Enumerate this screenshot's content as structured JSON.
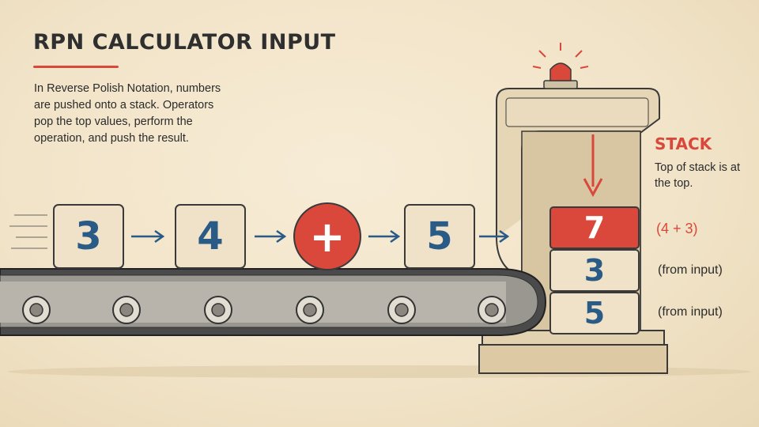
{
  "title": "RPN CALCULATOR INPUT",
  "description": "In Reverse Polish Notation, numbers are pushed onto a stack. Operators pop the top values, perform the operation, and push the result.",
  "input_tokens": [
    {
      "label": "3",
      "kind": "number"
    },
    {
      "label": "4",
      "kind": "number"
    },
    {
      "label": "+",
      "kind": "operator"
    },
    {
      "label": "5",
      "kind": "number"
    }
  ],
  "stack": {
    "title": "STACK",
    "subtitle": "Top of stack is at the top.",
    "items": [
      {
        "label": "7",
        "note": "(4 + 3)",
        "highlight": true
      },
      {
        "label": "3",
        "note": "(from input)",
        "highlight": false
      },
      {
        "label": "5",
        "note": "(from input)",
        "highlight": false
      }
    ]
  },
  "colors": {
    "accent_red": "#d9483b",
    "number_blue": "#2a5a86",
    "paper": "#f3e7cf",
    "block": "#efe2c8",
    "ink": "#2b2b2b"
  },
  "icons": {
    "flow_arrow": "arrow-right-icon",
    "push_arrow": "arrow-down-icon",
    "alarm_light": "alarm-light-icon"
  }
}
